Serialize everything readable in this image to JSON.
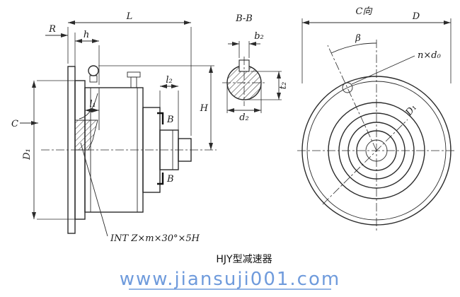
{
  "colors": {
    "watermark": "#6f9bdc"
  },
  "drawing": {
    "caption": "HJY型减速器",
    "watermark": "www.jiansuji001.com",
    "side_view": {
      "dim_L": "L",
      "dim_R": "R",
      "dim_h": "h",
      "dim_l1": "l₁",
      "dim_l2": "l₂",
      "dim_H": "H",
      "dim_D1": "D₁",
      "view_arrow": "C",
      "section_B_top": "B",
      "section_B_bottom": "B",
      "spline_note": "INT Z×m×30°×5H"
    },
    "section_view": {
      "title": "B-B",
      "dim_b2": "b₂",
      "dim_t2": "t₂",
      "dim_d2": "d₂"
    },
    "front_view": {
      "title": "C向",
      "dim_D": "D",
      "angle": "β",
      "holes": "n×d₀",
      "dim_D1": "D₁"
    }
  }
}
